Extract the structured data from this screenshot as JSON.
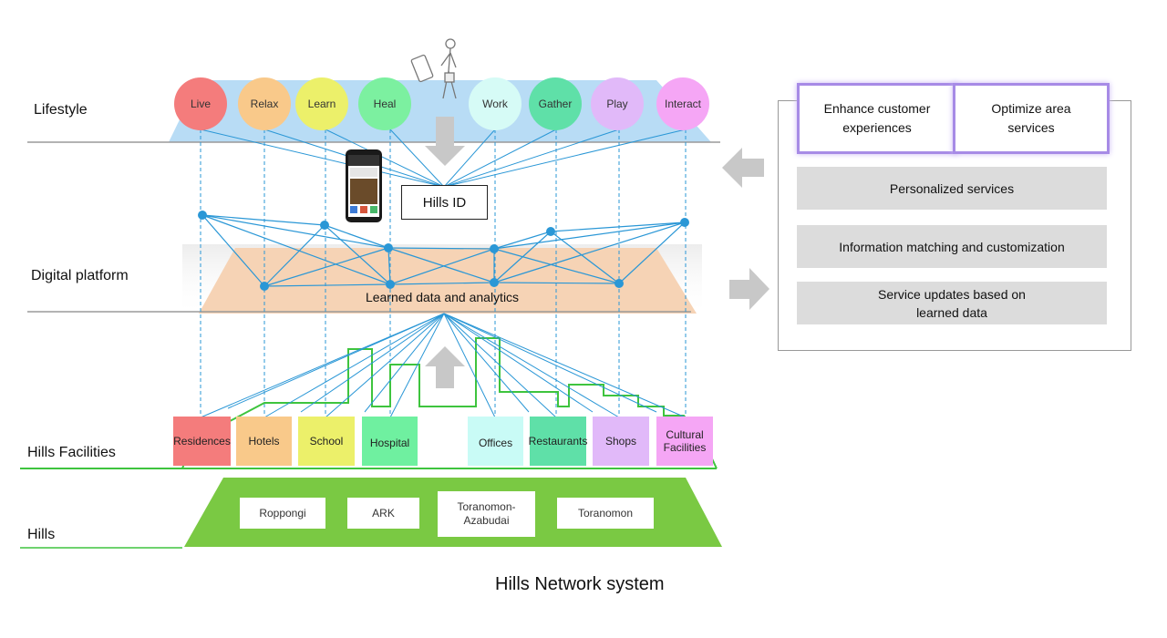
{
  "layers": {
    "lifestyle": "Lifestyle",
    "digital_platform": "Digital platform",
    "facilities": "Hills Facilities",
    "hills": "Hills"
  },
  "lifestyle_items": [
    {
      "label": "Live",
      "color": "#f47c7c"
    },
    {
      "label": "Relax",
      "color": "#f9c98a"
    },
    {
      "label": "Learn",
      "color": "#ecf06a"
    },
    {
      "label": "Heal",
      "color": "#7cf0a0"
    },
    {
      "label": "Work",
      "color": "#d6fbf6"
    },
    {
      "label": "Gather",
      "color": "#5fe0a8"
    },
    {
      "label": "Play",
      "color": "#e1b9f9"
    },
    {
      "label": "Interact",
      "color": "#f5a6f5"
    }
  ],
  "hills_id": "Hills ID",
  "analytics_label": "Learned data and analytics",
  "facilities": [
    {
      "label": "Residences",
      "color": "#f47c7c"
    },
    {
      "label": "Hotels",
      "color": "#f9c98a"
    },
    {
      "label": "School",
      "color": "#ecf06a"
    },
    {
      "label": "Hospital",
      "color": "#6ff0a0"
    },
    {
      "label": "Offices",
      "color": "#c9fbf6"
    },
    {
      "label": "Restaurants",
      "color": "#5fe0a8"
    },
    {
      "label": "Shops",
      "color": "#e1b9f9"
    },
    {
      "label": "Cultural\nFacilities",
      "color": "#f5a6f5"
    }
  ],
  "locations": [
    "Roppongi",
    "ARK",
    "Toranomon-\nAzabudai",
    "Toranomon"
  ],
  "goals": [
    "Enhance customer\nexperiences",
    "Optimize area\nservices"
  ],
  "services": [
    "Personalized services",
    "Information matching and customization",
    "Service updates based on\nlearned data"
  ],
  "caption": "Hills Network system",
  "colors": {
    "lifestyle_band": "#b8dcf5",
    "platform_band": "#f6d3b5",
    "network": "#2a97d6",
    "hills_base": "#7ac943",
    "skyline": "#3ec43e",
    "arrow": "#c0c0c0"
  },
  "icons": [
    "person-with-phone-icon",
    "smartphone-app-icon",
    "arrow-down-icon",
    "arrow-up-icon",
    "arrow-left-icon",
    "arrow-right-icon"
  ]
}
